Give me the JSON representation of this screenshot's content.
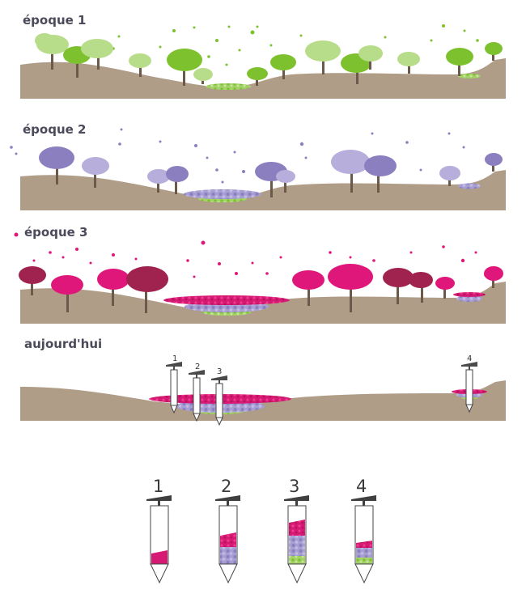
{
  "panels": [
    {
      "label": "époque 1"
    },
    {
      "label": "époque 2"
    },
    {
      "label": "époque 3"
    },
    {
      "label": "aujourd'hui"
    }
  ],
  "probes": [
    "1",
    "2",
    "3",
    "4"
  ],
  "cores": [
    {
      "label": "1",
      "layers": [
        "pink"
      ]
    },
    {
      "label": "2",
      "layers": [
        "purple",
        "pink"
      ]
    },
    {
      "label": "3",
      "layers": [
        "green",
        "purple",
        "pink"
      ]
    },
    {
      "label": "4",
      "layers": [
        "green",
        "purple",
        "pink"
      ]
    }
  ],
  "colors": {
    "ground": "#b09d88",
    "green_light": "#b8dd8a",
    "green_dark": "#7dc12f",
    "purple_light": "#b7aedb",
    "purple_dark": "#8b7fc0",
    "pink_bright": "#e0177a",
    "pink_dark": "#a0224e",
    "trunk": "#6b5a4a",
    "text": "#4a4a5a"
  }
}
